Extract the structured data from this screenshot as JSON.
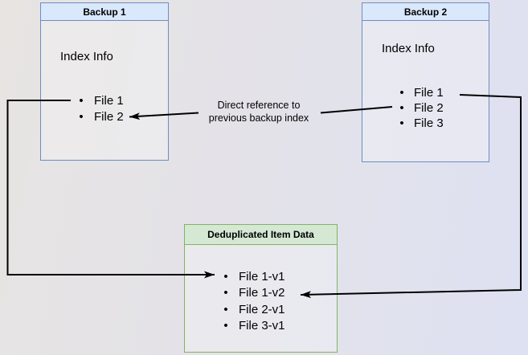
{
  "diagram": {
    "backup1": {
      "title": "Backup 1",
      "label": "Index Info",
      "files": [
        "File 1",
        "File 2"
      ]
    },
    "backup2": {
      "title": "Backup 2",
      "label": "Index Info",
      "files": [
        "File 1",
        "File 2",
        "File 3"
      ]
    },
    "dedup": {
      "title": "Deduplicated Item Data",
      "files": [
        "File 1-v1",
        "File 1-v2",
        "File 2-v1",
        "File 3-v1"
      ]
    },
    "edge_label": {
      "line1": "Direct reference to",
      "line2": "previous backup index"
    },
    "colors": {
      "blue_header_fill": "#dae8fc",
      "blue_border": "#6c8ebf",
      "green_header_fill": "#d5e8d4",
      "green_border": "#82b366",
      "arrow": "#000000",
      "background_left": "#e7e4e2",
      "background_right": "#dee1f2"
    }
  }
}
